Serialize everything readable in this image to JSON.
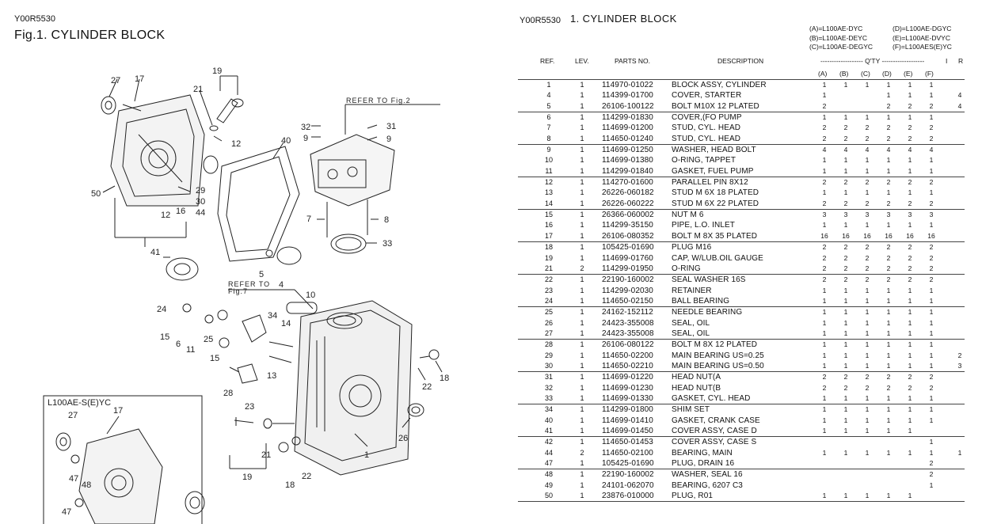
{
  "left": {
    "code": "Y00R5530",
    "title": "Fig.1.  CYLINDER BLOCK",
    "refer_fig2": "REFER TO Fig.2",
    "refer_fig7_1": "REFER TO",
    "refer_fig7_2": "Fig.7",
    "inset_label": "L100AE-S(E)YC",
    "callouts": [
      "27",
      "17",
      "19",
      "21",
      "12",
      "32",
      "9",
      "31",
      "9",
      "40",
      "50",
      "29",
      "30",
      "44",
      "12",
      "16",
      "41",
      "5",
      "4",
      "7",
      "8",
      "33",
      "24",
      "10",
      "15",
      "6",
      "11",
      "34",
      "14",
      "25",
      "15",
      "13",
      "18",
      "22",
      "28",
      "23",
      "26",
      "21",
      "19",
      "18",
      "22",
      "1",
      "27",
      "17",
      "47",
      "48",
      "47"
    ]
  },
  "right": {
    "code": "Y00R5530",
    "title": "1.  CYLINDER BLOCK",
    "models": [
      [
        "(A)=L100AE-DYC",
        "(D)=L100AE-DGYC"
      ],
      [
        "(B)=L100AE-DEYC",
        "(E)=L100AE-DVYC"
      ],
      [
        "(C)=L100AE-DEGYC",
        "(F)=L100AES(E)YC"
      ]
    ],
    "headers": {
      "ref": "REF.",
      "lev": "LEV.",
      "parts_no": "PARTS NO.",
      "description": "DESCRIPTION",
      "qty": "------------------- Q'TY -------------------",
      "i": "I",
      "r": "R",
      "cols": [
        "(A)",
        "(B)",
        "(C)",
        "(D)",
        "(E)",
        "(F)"
      ]
    },
    "groups": [
      [
        {
          "ref": "1",
          "lev": "1",
          "pn": "114970-01022",
          "desc": "BLOCK ASSY, CYLINDER",
          "q": [
            "1",
            "1",
            "1",
            "1",
            "1",
            "1"
          ],
          "r": ""
        },
        {
          "ref": "4",
          "lev": "1",
          "pn": "114399-01700",
          "desc": "COVER, STARTER",
          "q": [
            "1",
            "",
            "",
            "1",
            "1",
            "1"
          ],
          "r": "4"
        },
        {
          "ref": "5",
          "lev": "1",
          "pn": "26106-100122",
          "desc": "BOLT M10X 12 PLATED",
          "q": [
            "2",
            "",
            "",
            "2",
            "2",
            "2"
          ],
          "r": "4"
        }
      ],
      [
        {
          "ref": "6",
          "lev": "1",
          "pn": "114299-01830",
          "desc": "COVER,(FO PUMP",
          "q": [
            "1",
            "1",
            "1",
            "1",
            "1",
            "1"
          ],
          "r": ""
        },
        {
          "ref": "7",
          "lev": "1",
          "pn": "114699-01200",
          "desc": "STUD, CYL. HEAD",
          "q": [
            "2",
            "2",
            "2",
            "2",
            "2",
            "2"
          ],
          "r": ""
        },
        {
          "ref": "8",
          "lev": "1",
          "pn": "114650-01240",
          "desc": "STUD, CYL. HEAD",
          "q": [
            "2",
            "2",
            "2",
            "2",
            "2",
            "2"
          ],
          "r": ""
        }
      ],
      [
        {
          "ref": "9",
          "lev": "1",
          "pn": "114699-01250",
          "desc": "WASHER, HEAD BOLT",
          "q": [
            "4",
            "4",
            "4",
            "4",
            "4",
            "4"
          ],
          "r": ""
        },
        {
          "ref": "10",
          "lev": "1",
          "pn": "114699-01380",
          "desc": "O-RING, TAPPET",
          "q": [
            "1",
            "1",
            "1",
            "1",
            "1",
            "1"
          ],
          "r": ""
        },
        {
          "ref": "11",
          "lev": "1",
          "pn": "114299-01840",
          "desc": "GASKET, FUEL PUMP",
          "q": [
            "1",
            "1",
            "1",
            "1",
            "1",
            "1"
          ],
          "r": ""
        }
      ],
      [
        {
          "ref": "12",
          "lev": "1",
          "pn": "114270-01600",
          "desc": "PARALLEL PIN 8X12",
          "q": [
            "2",
            "2",
            "2",
            "2",
            "2",
            "2"
          ],
          "r": ""
        },
        {
          "ref": "13",
          "lev": "1",
          "pn": "26226-060182",
          "desc": "STUD M 6X 18 PLATED",
          "q": [
            "1",
            "1",
            "1",
            "1",
            "1",
            "1"
          ],
          "r": ""
        },
        {
          "ref": "14",
          "lev": "1",
          "pn": "26226-060222",
          "desc": "STUD M 6X 22 PLATED",
          "q": [
            "2",
            "2",
            "2",
            "2",
            "2",
            "2"
          ],
          "r": ""
        }
      ],
      [
        {
          "ref": "15",
          "lev": "1",
          "pn": "26366-060002",
          "desc": "NUT M 6",
          "q": [
            "3",
            "3",
            "3",
            "3",
            "3",
            "3"
          ],
          "r": ""
        },
        {
          "ref": "16",
          "lev": "1",
          "pn": "114299-35150",
          "desc": "PIPE, L.O. INLET",
          "q": [
            "1",
            "1",
            "1",
            "1",
            "1",
            "1"
          ],
          "r": ""
        },
        {
          "ref": "17",
          "lev": "1",
          "pn": "26106-080352",
          "desc": "BOLT M 8X 35 PLATED",
          "q": [
            "16",
            "16",
            "16",
            "16",
            "16",
            "16"
          ],
          "r": ""
        }
      ],
      [
        {
          "ref": "18",
          "lev": "1",
          "pn": "105425-01690",
          "desc": "PLUG M16",
          "q": [
            "2",
            "2",
            "2",
            "2",
            "2",
            "2"
          ],
          "r": ""
        },
        {
          "ref": "19",
          "lev": "1",
          "pn": "114699-01760",
          "desc": "CAP, W/LUB.OIL GAUGE",
          "q": [
            "2",
            "2",
            "2",
            "2",
            "2",
            "2"
          ],
          "r": ""
        },
        {
          "ref": "21",
          "lev": "2",
          "pn": "114299-01950",
          "desc": "O-RING",
          "q": [
            "2",
            "2",
            "2",
            "2",
            "2",
            "2"
          ],
          "r": ""
        }
      ],
      [
        {
          "ref": "22",
          "lev": "1",
          "pn": "22190-160002",
          "desc": "SEAL WASHER 16S",
          "q": [
            "2",
            "2",
            "2",
            "2",
            "2",
            "2"
          ],
          "r": ""
        },
        {
          "ref": "23",
          "lev": "1",
          "pn": "114299-02030",
          "desc": "RETAINER",
          "q": [
            "1",
            "1",
            "1",
            "1",
            "1",
            "1"
          ],
          "r": ""
        },
        {
          "ref": "24",
          "lev": "1",
          "pn": "114650-02150",
          "desc": "BALL BEARING",
          "q": [
            "1",
            "1",
            "1",
            "1",
            "1",
            "1"
          ],
          "r": ""
        }
      ],
      [
        {
          "ref": "25",
          "lev": "1",
          "pn": "24162-152112",
          "desc": "NEEDLE BEARING",
          "q": [
            "1",
            "1",
            "1",
            "1",
            "1",
            "1"
          ],
          "r": ""
        },
        {
          "ref": "26",
          "lev": "1",
          "pn": "24423-355008",
          "desc": "SEAL, OIL",
          "q": [
            "1",
            "1",
            "1",
            "1",
            "1",
            "1"
          ],
          "r": ""
        },
        {
          "ref": "27",
          "lev": "1",
          "pn": "24423-355008",
          "desc": "SEAL, OIL",
          "q": [
            "1",
            "1",
            "1",
            "1",
            "1",
            "1"
          ],
          "r": ""
        }
      ],
      [
        {
          "ref": "28",
          "lev": "1",
          "pn": "26106-080122",
          "desc": "BOLT M 8X 12 PLATED",
          "q": [
            "1",
            "1",
            "1",
            "1",
            "1",
            "1"
          ],
          "r": ""
        },
        {
          "ref": "29",
          "lev": "1",
          "pn": "114650-02200",
          "desc": "MAIN BEARING US=0.25",
          "q": [
            "1",
            "1",
            "1",
            "1",
            "1",
            "1"
          ],
          "r": "2"
        },
        {
          "ref": "30",
          "lev": "1",
          "pn": "114650-02210",
          "desc": "MAIN BEARING US=0.50",
          "q": [
            "1",
            "1",
            "1",
            "1",
            "1",
            "1"
          ],
          "r": "3"
        }
      ],
      [
        {
          "ref": "31",
          "lev": "1",
          "pn": "114699-01220",
          "desc": "HEAD NUT(A",
          "q": [
            "2",
            "2",
            "2",
            "2",
            "2",
            "2"
          ],
          "r": ""
        },
        {
          "ref": "32",
          "lev": "1",
          "pn": "114699-01230",
          "desc": "HEAD NUT(B",
          "q": [
            "2",
            "2",
            "2",
            "2",
            "2",
            "2"
          ],
          "r": ""
        },
        {
          "ref": "33",
          "lev": "1",
          "pn": "114699-01330",
          "desc": "GASKET, CYL. HEAD",
          "q": [
            "1",
            "1",
            "1",
            "1",
            "1",
            "1"
          ],
          "r": ""
        }
      ],
      [
        {
          "ref": "34",
          "lev": "1",
          "pn": "114299-01800",
          "desc": "SHIM SET",
          "q": [
            "1",
            "1",
            "1",
            "1",
            "1",
            "1"
          ],
          "r": ""
        },
        {
          "ref": "40",
          "lev": "1",
          "pn": "114699-01410",
          "desc": "GASKET, CRANK CASE",
          "q": [
            "1",
            "1",
            "1",
            "1",
            "1",
            "1"
          ],
          "r": ""
        },
        {
          "ref": "41",
          "lev": "1",
          "pn": "114699-01450",
          "desc": "COVER ASSY, CASE D",
          "q": [
            "1",
            "1",
            "1",
            "1",
            "1",
            ""
          ],
          "r": ""
        }
      ],
      [
        {
          "ref": "42",
          "lev": "1",
          "pn": "114650-01453",
          "desc": "COVER ASSY, CASE S",
          "q": [
            "",
            "",
            "",
            "",
            "",
            "1"
          ],
          "r": ""
        },
        {
          "ref": "44",
          "lev": "2",
          "pn": "114650-02100",
          "desc": "BEARING, MAIN",
          "q": [
            "1",
            "1",
            "1",
            "1",
            "1",
            "1"
          ],
          "r": "1"
        },
        {
          "ref": "47",
          "lev": "1",
          "pn": "105425-01690",
          "desc": "PLUG, DRAIN 16",
          "q": [
            "",
            "",
            "",
            "",
            "",
            "2"
          ],
          "r": ""
        }
      ],
      [
        {
          "ref": "48",
          "lev": "1",
          "pn": "22190-160002",
          "desc": "WASHER, SEAL  16",
          "q": [
            "",
            "",
            "",
            "",
            "",
            "2"
          ],
          "r": ""
        },
        {
          "ref": "49",
          "lev": "1",
          "pn": "24101-062070",
          "desc": "BEARING, 6207  C3",
          "q": [
            "",
            "",
            "",
            "",
            "",
            "1"
          ],
          "r": ""
        },
        {
          "ref": "50",
          "lev": "1",
          "pn": "23876-010000",
          "desc": "PLUG,  R01",
          "q": [
            "1",
            "1",
            "1",
            "1",
            "1",
            ""
          ],
          "r": ""
        }
      ]
    ]
  }
}
